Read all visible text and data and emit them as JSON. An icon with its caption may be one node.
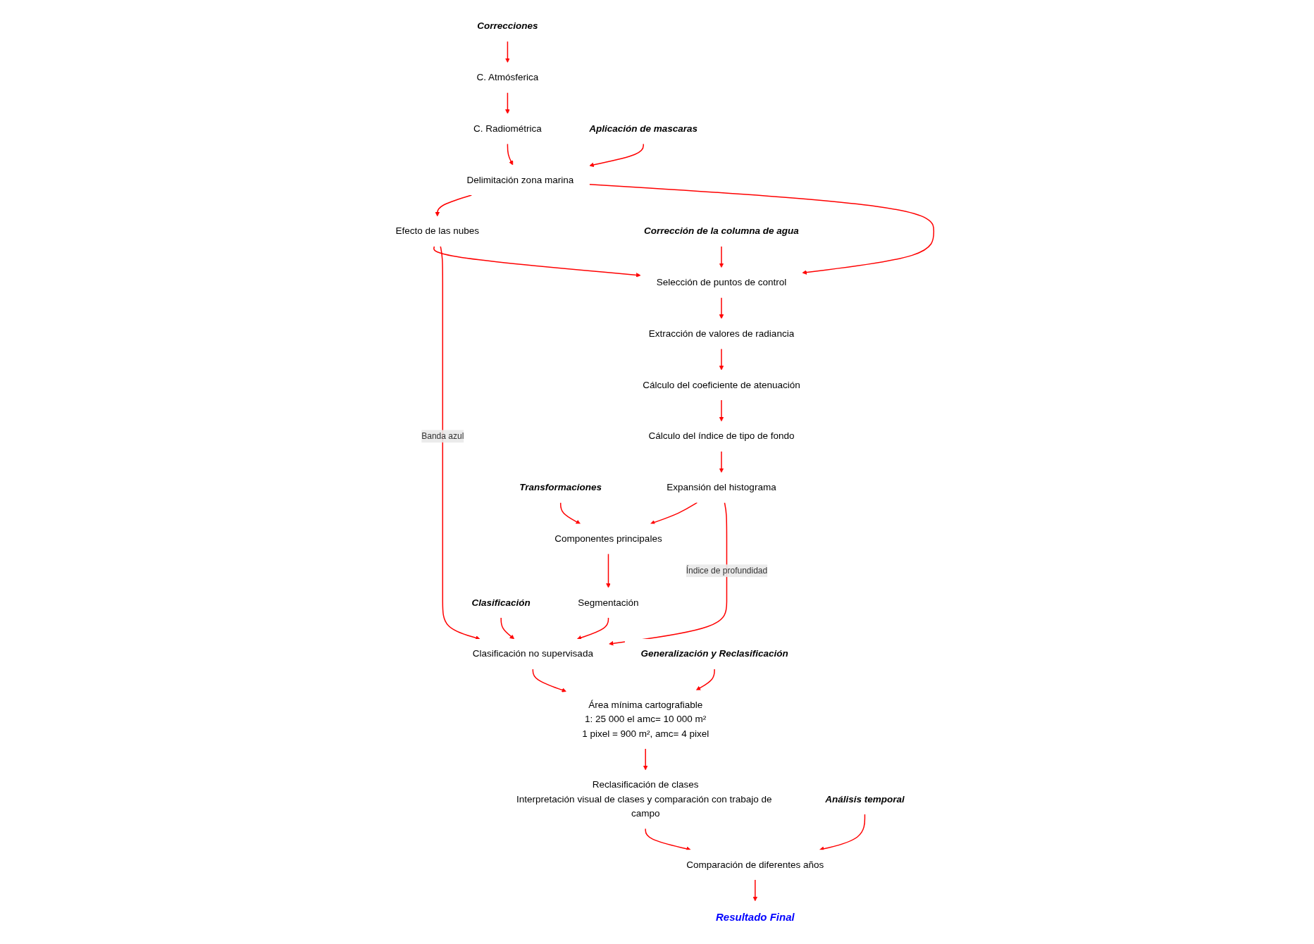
{
  "diagram": {
    "nodes": [
      {
        "text": [
          "Correcciones"
        ]
      },
      {
        "text": [
          "C. Atmósferica"
        ]
      },
      {
        "text": [
          "C. Radiométrica"
        ]
      },
      {
        "text": [
          "Efecto de las nubes"
        ]
      },
      {
        "text": [
          "Aplicación de mascaras"
        ]
      },
      {
        "text": [
          "Delimitación zona marina"
        ]
      },
      {
        "text": [
          "Corrección de la columna de agua"
        ]
      },
      {
        "text": [
          "Selección de puntos de control"
        ]
      },
      {
        "text": [
          "Extracción de valores de radiancia"
        ]
      },
      {
        "text": [
          "Cálculo del coeficiente de atenuación"
        ]
      },
      {
        "text": [
          "Cálculo del índice de tipo de fondo"
        ]
      },
      {
        "text": [
          "Expansión del histograma"
        ]
      },
      {
        "text": [
          "Transformaciones"
        ]
      },
      {
        "text": [
          "Componentes principales"
        ]
      },
      {
        "text": [
          "Segmentación"
        ]
      },
      {
        "text": [
          "Clasificación"
        ]
      },
      {
        "text": [
          "Clasificación no supervisada"
        ]
      },
      {
        "text": [
          "Generalización y Reclasificación"
        ]
      },
      {
        "text": [
          "Área mínima cartografiable",
          "1: 25 000  el amc= 10 000 m²",
          "1 pixel = 900 m², amc= 4 pixel"
        ]
      },
      {
        "text": [
          "Reclasificación de clases",
          "Interpretación visual de clases y comparación con trabajo de campo"
        ]
      },
      {
        "text": [
          "Análisis temporal"
        ]
      },
      {
        "text": [
          "Comparación de diferentes años"
        ]
      },
      {
        "text": [
          "Resultado Final"
        ]
      }
    ],
    "edges": [
      {
        "from": 0,
        "to": 1,
        "arrow": "to"
      },
      {
        "from": 1,
        "to": 2,
        "arrow": "to"
      },
      {
        "from": 2,
        "to": 5,
        "arrow": "to"
      },
      {
        "from": 4,
        "to": 5,
        "arrow": "to"
      },
      {
        "from": 5,
        "to": 3,
        "arrow": "to"
      },
      {
        "from": 5,
        "to": 7,
        "arrow": "to"
      },
      {
        "from": 3,
        "to": 7,
        "arrow": "to"
      },
      {
        "from": 6,
        "to": 7,
        "arrow": "to"
      },
      {
        "from": 7,
        "to": 8,
        "arrow": "to"
      },
      {
        "from": 8,
        "to": 9,
        "arrow": "to"
      },
      {
        "from": 9,
        "to": 10,
        "arrow": "to"
      },
      {
        "from": 10,
        "to": 11,
        "arrow": "to"
      },
      {
        "from": 11,
        "to": 13,
        "arrow": "to"
      },
      {
        "from": 12,
        "to": 13,
        "arrow": "to"
      },
      {
        "from": 13,
        "to": 14,
        "arrow": "to"
      },
      {
        "from": 14,
        "to": 16,
        "arrow": "to"
      },
      {
        "from": 11,
        "to": 16,
        "arrow": "to",
        "label": "Índice de  profundidad"
      },
      {
        "from": 3,
        "to": 16,
        "arrow": "to",
        "label": "Banda azul"
      },
      {
        "from": 15,
        "to": 16,
        "arrow": "to"
      },
      {
        "from": 16,
        "to": 18,
        "arrow": "to"
      },
      {
        "from": 17,
        "to": 18,
        "arrow": "to"
      },
      {
        "from": 18,
        "to": 19,
        "arrow": "to"
      },
      {
        "from": 19,
        "to": 21,
        "arrow": "to"
      },
      {
        "from": 20,
        "to": 21,
        "arrow": "to"
      },
      {
        "from": 21,
        "to": 22,
        "arrow": "to"
      }
    ]
  }
}
